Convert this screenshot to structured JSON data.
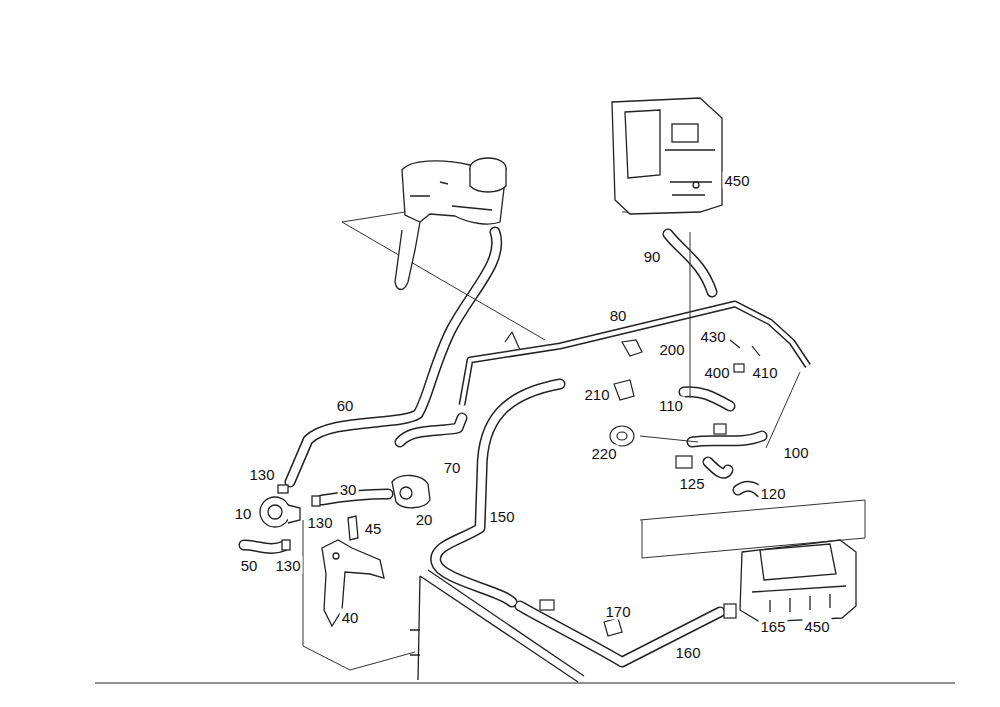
{
  "diagram": {
    "labels": [
      "450",
      "90",
      "80",
      "430",
      "200",
      "400",
      "410",
      "210",
      "110",
      "60",
      "220",
      "100",
      "70",
      "130",
      "125",
      "30",
      "120",
      "10",
      "130",
      "150",
      "20",
      "45",
      "50",
      "130",
      "170",
      "40",
      "165",
      "450",
      "160"
    ]
  }
}
